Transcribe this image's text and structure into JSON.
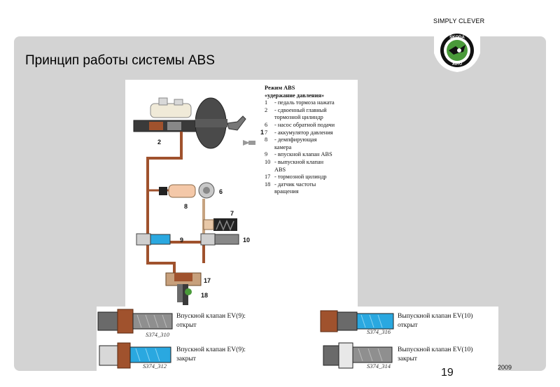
{
  "header": {
    "brand_slogan": "SIMPLY CLEVER",
    "logo_text": "ŠKODA AUTO"
  },
  "slide": {
    "title": "Принцип работы системы ABS",
    "page_number": "19",
    "year": "2009"
  },
  "diagram": {
    "callouts": [
      "1",
      "2",
      "6",
      "8",
      "7",
      "9",
      "10",
      "17",
      "18"
    ],
    "legend": {
      "header": [
        "Режим ABS",
        "«удержание давления»"
      ],
      "items": [
        {
          "num": "1",
          "lines": [
            "- педаль тормоза нажата"
          ]
        },
        {
          "num": "2",
          "lines": [
            "- сдвоенный главный",
            "тормозной цилиндр"
          ]
        },
        {
          "num": "6",
          "lines": [
            "- насос обратной подачи"
          ]
        },
        {
          "num": "7",
          "lines": [
            "- аккумулятор давления"
          ]
        },
        {
          "num": "8",
          "lines": [
            "- демпфирующая",
            "камера"
          ]
        },
        {
          "num": "9",
          "lines": [
            "- впускной клапан ABS"
          ]
        },
        {
          "num": "10",
          "lines": [
            "- выпускной клапан",
            "ABS"
          ]
        },
        {
          "num": "17",
          "lines": [
            "- тормозной цилиндр"
          ]
        },
        {
          "num": "18",
          "lines": [
            "- датчик частоты",
            "вращения"
          ]
        }
      ]
    }
  },
  "valve_states": [
    {
      "label_line1": "Впускной клапан EV(9):",
      "label_line2": "открыт",
      "code": "S374_310"
    },
    {
      "label_line1": "Выпускной клапан EV(10)",
      "label_line2": "открыт",
      "code": "S374_316"
    },
    {
      "label_line1": "Впускной клапан EV(9):",
      "label_line2": "закрыт",
      "code": "S374_312"
    },
    {
      "label_line1": "Выпускной клапан EV(10)",
      "label_line2": "закрыт",
      "code": "S374_314"
    }
  ],
  "colors": {
    "panel": "#d3d3d3",
    "pipe": "#a0522d",
    "solenoid": "#2aa8e0",
    "logo_green": "#4a9a3a"
  }
}
